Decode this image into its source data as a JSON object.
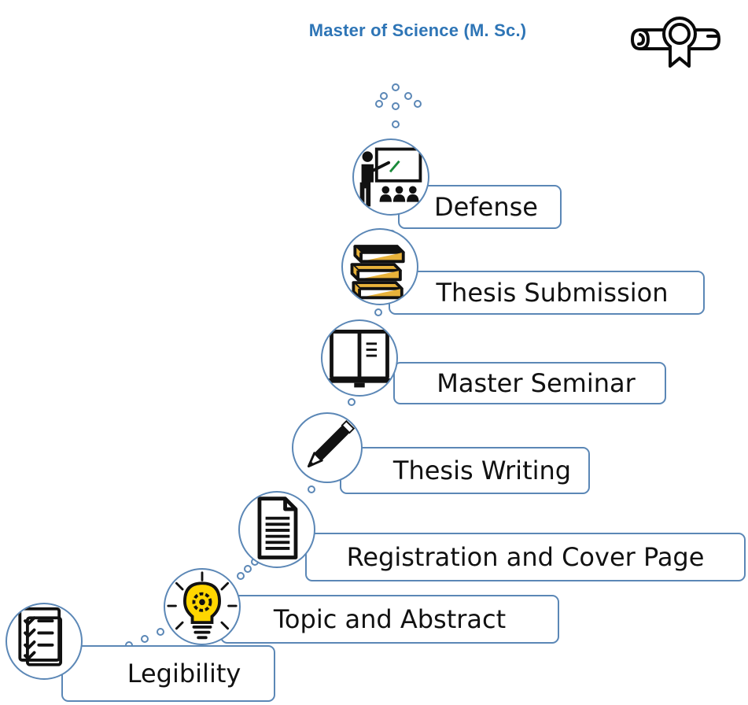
{
  "header": {
    "title": "Master of Science (M. Sc.)",
    "title_color": "#2e75b6",
    "badge_icon": "diploma-ribbon-icon"
  },
  "steps": [
    {
      "label": "Legibility",
      "icon": "checklist-icon"
    },
    {
      "label": "Topic and Abstract",
      "icon": "lightbulb-gear-icon"
    },
    {
      "label": "Registration and Cover Page",
      "icon": "document-icon"
    },
    {
      "label": "Thesis Writing",
      "icon": "pencil-icon"
    },
    {
      "label": "Master Seminar",
      "icon": "book-screen-icon"
    },
    {
      "label": "Thesis Submission",
      "icon": "book-stack-icon"
    },
    {
      "label": "Defense",
      "icon": "presentation-icon"
    }
  ],
  "colors": {
    "accent": "#5b87b6",
    "title": "#2e75b6",
    "bulb": "#ffd600",
    "books": "#e8b23a"
  }
}
